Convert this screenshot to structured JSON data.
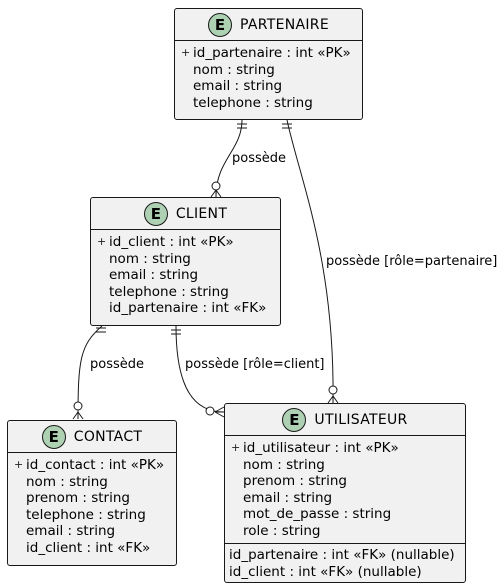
{
  "entities": {
    "partenaire": {
      "badge": "E",
      "name": "PARTENAIRE",
      "attributes": [
        {
          "vis": "+",
          "text": "id_partenaire : int «PK»"
        },
        {
          "vis": "",
          "text": "nom : string"
        },
        {
          "vis": "",
          "text": "email : string"
        },
        {
          "vis": "",
          "text": "telephone : string"
        }
      ]
    },
    "client": {
      "badge": "E",
      "name": "CLIENT",
      "attributes": [
        {
          "vis": "+",
          "text": "id_client : int «PK»"
        },
        {
          "vis": "",
          "text": "nom : string"
        },
        {
          "vis": "",
          "text": "email : string"
        },
        {
          "vis": "",
          "text": "telephone : string"
        },
        {
          "vis": "",
          "text": "id_partenaire : int «FK»"
        }
      ]
    },
    "contact": {
      "badge": "E",
      "name": "CONTACT",
      "attributes": [
        {
          "vis": "+",
          "text": "id_contact : int «PK»"
        },
        {
          "vis": "",
          "text": "nom : string"
        },
        {
          "vis": "",
          "text": "prenom : string"
        },
        {
          "vis": "",
          "text": "telephone : string"
        },
        {
          "vis": "",
          "text": "email : string"
        },
        {
          "vis": "",
          "text": "id_client : int «FK»"
        }
      ]
    },
    "utilisateur": {
      "badge": "E",
      "name": "UTILISATEUR",
      "attributes": [
        {
          "vis": "+",
          "text": "id_utilisateur : int «PK»"
        },
        {
          "vis": "",
          "text": "nom : string"
        },
        {
          "vis": "",
          "text": "prenom : string"
        },
        {
          "vis": "",
          "text": "email : string"
        },
        {
          "vis": "",
          "text": "mot_de_passe : string"
        },
        {
          "vis": "",
          "text": "role : string"
        }
      ],
      "extra": [
        "id_partenaire : int «FK» (nullable)",
        "id_client : int «FK» (nullable)"
      ]
    }
  },
  "relations": {
    "partenaire_client": "possède",
    "partenaire_utilisateur": "possède [rôle=partenaire]",
    "client_contact": "possède",
    "client_utilisateur": "possède [rôle=client]"
  }
}
